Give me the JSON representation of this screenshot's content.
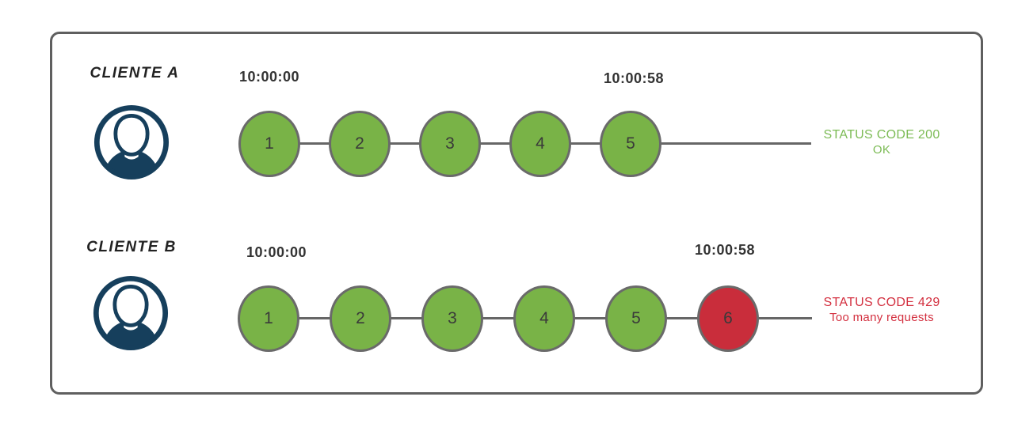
{
  "colors": {
    "green": "#79b347",
    "red": "#c92d3b",
    "status_green": "#7cbb55",
    "status_red": "#d32f3f",
    "navy": "#163f5c",
    "line_gray": "#666666",
    "text_dark": "#333333"
  },
  "rows": [
    {
      "client_label": "CLIENTE A",
      "start_time": "10:00:00",
      "end_time": "10:00:58",
      "circles": [
        {
          "label": "1",
          "status": "ok"
        },
        {
          "label": "2",
          "status": "ok"
        },
        {
          "label": "3",
          "status": "ok"
        },
        {
          "label": "4",
          "status": "ok"
        },
        {
          "label": "5",
          "status": "ok"
        }
      ],
      "status_code_line": "STATUS CODE 200",
      "status_message": "OK"
    },
    {
      "client_label": "CLIENTE B",
      "start_time": "10:00:00",
      "end_time": "10:00:58",
      "circles": [
        {
          "label": "1",
          "status": "ok"
        },
        {
          "label": "2",
          "status": "ok"
        },
        {
          "label": "3",
          "status": "ok"
        },
        {
          "label": "4",
          "status": "ok"
        },
        {
          "label": "5",
          "status": "ok"
        },
        {
          "label": "6",
          "status": "blocked"
        }
      ],
      "status_code_line": "STATUS CODE 429",
      "status_message": "Too many requests"
    }
  ]
}
